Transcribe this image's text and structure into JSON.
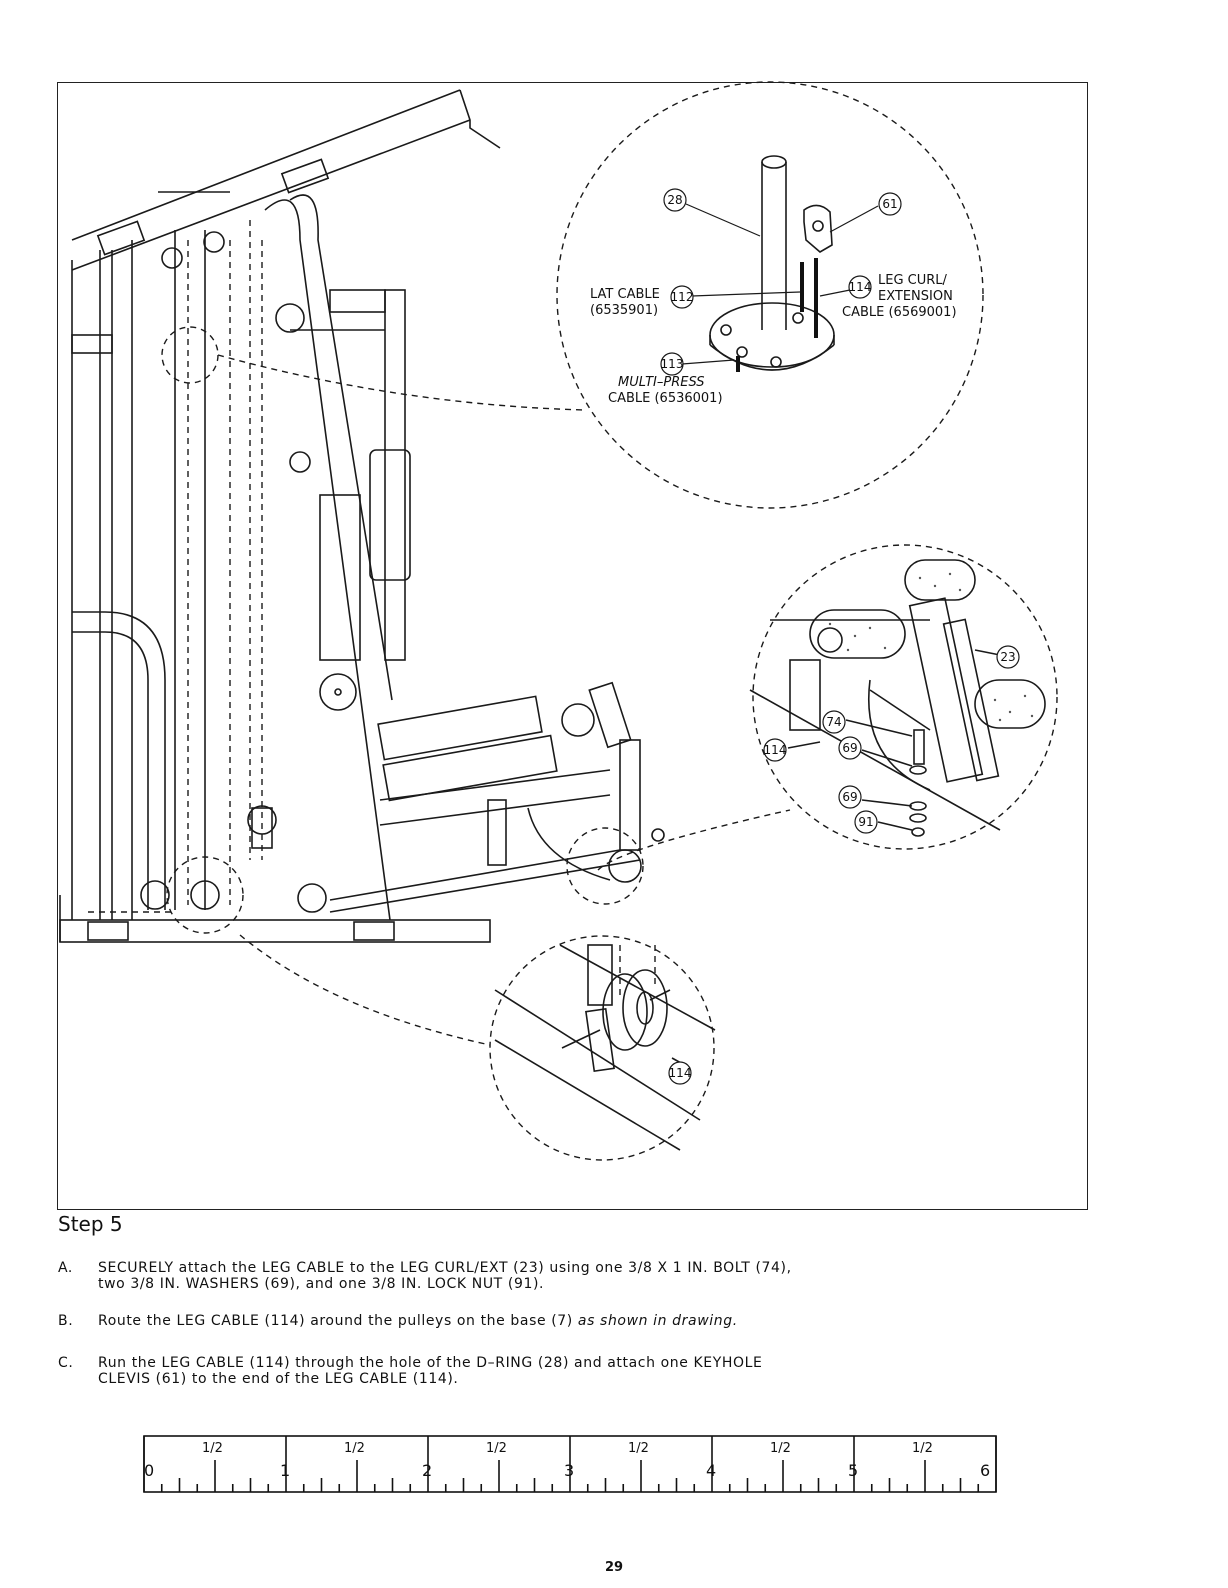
{
  "figure": {
    "callouts": {
      "c28": "28",
      "c61": "61",
      "c112": "112",
      "c114a": "114",
      "c113": "113",
      "c23": "23",
      "c74": "74",
      "c69a": "69",
      "c69b": "69",
      "c91": "91",
      "c114b": "114",
      "c114c": "114"
    },
    "labels": {
      "lat_cable_1": "LAT CABLE",
      "lat_cable_2": "(6535901)",
      "leg_curl_1": "LEG CURL/",
      "leg_curl_2": "EXTENSION",
      "leg_curl_3": "CABLE (6569001)",
      "multi_press_1": "MULTI–PRESS",
      "multi_press_2": "CABLE (6536001)"
    }
  },
  "step": {
    "title": "Step 5",
    "instructions": [
      {
        "letter": "A.",
        "line1": "SECURELY attach the LEG CABLE to the LEG CURL/EXT (23) using one 3/8 X 1 IN. BOLT (74),",
        "line2": "two 3/8 IN. WASHERS (69), and one 3/8 IN. LOCK NUT (91)."
      },
      {
        "letter": "B.",
        "line1": "Route the LEG CABLE  (114) around the pulleys on the base (7)",
        "line1_italic": " as shown in drawing."
      },
      {
        "letter": "C.",
        "line1": "Run the LEG CABLE (114) through the hole of the D–RING (28) and attach one KEYHOLE",
        "line2": "CLEVIS (61)  to the end of the LEG CABLE (114)."
      }
    ]
  },
  "ruler": {
    "numbers": [
      "0",
      "1",
      "2",
      "3",
      "4",
      "5",
      "6"
    ],
    "half_label": "1/2"
  },
  "page_number": "29"
}
